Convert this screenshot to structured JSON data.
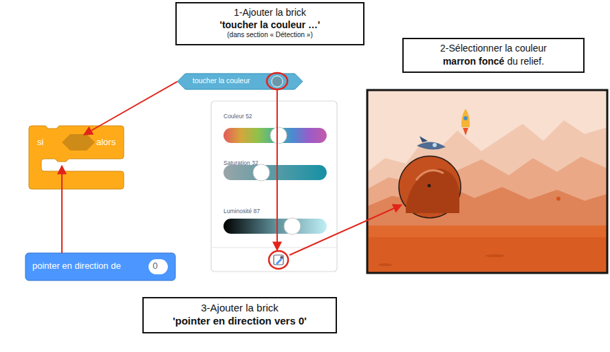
{
  "diagram": {
    "nodes": [
      {
        "text": [
          "1-Ajouter la brick",
          "'toucher la couleur …'",
          "(dans section « Détection »)"
        ]
      },
      {
        "text": [
          "2-Sélectionner la couleur",
          "marron foncé",
          "du relief."
        ]
      },
      {
        "text": [
          "toucher la couleur"
        ]
      },
      {
        "text": [
          "si",
          "alors"
        ]
      },
      {
        "text": [
          "Couleur 52",
          "Saturation 32",
          "Luminosité 87"
        ]
      },
      {
        "text": [
          "pointer en direction de",
          "0"
        ]
      },
      {
        "text": [
          "3-Ajouter la brick",
          "'pointer en direction vers 0'"
        ]
      }
    ],
    "edges": [
      {
        "from": 2,
        "to": 3,
        "arrow": "to"
      },
      {
        "from": 2,
        "to": 4,
        "arrow": "to"
      },
      {
        "from": 5,
        "to": 3,
        "arrow": "to"
      }
    ]
  }
}
